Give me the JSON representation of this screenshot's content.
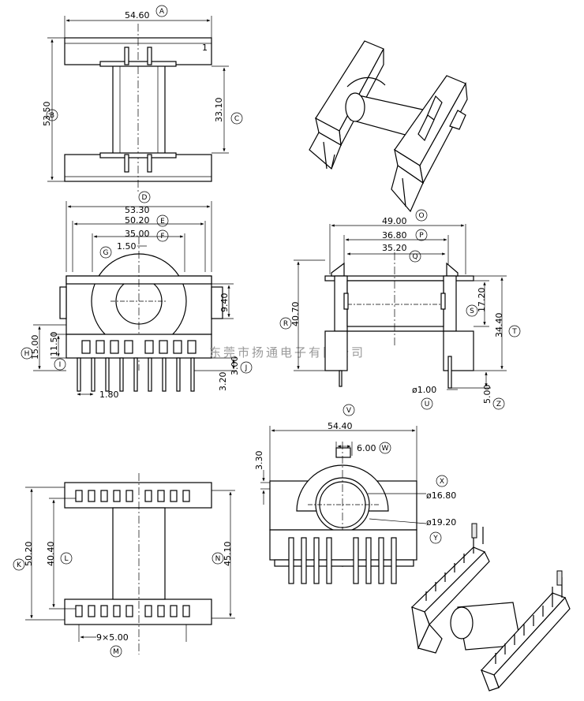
{
  "watermark": "东莞市扬通电子有限公司",
  "sheet_mark": "1",
  "top_view": {
    "width": "54.60",
    "width_tag": "A",
    "height": "53.50",
    "height_tag": "B",
    "inner": "33.10",
    "inner_tag": "C"
  },
  "front_view": {
    "d_tag": "D",
    "w1": "53.30",
    "w2": "50.20",
    "w2_tag": "E",
    "w3": "35.00",
    "w3_tag": "F",
    "r": "1.50",
    "r_tag": "G",
    "h1": "9.40",
    "h2": "11.50",
    "h2_tag": "I",
    "h3": "15.00",
    "h3_tag": "H",
    "h4": "3.00",
    "h5": "3.20",
    "h5_tag": "J",
    "pitch": "1.80"
  },
  "side_view": {
    "w1": "49.00",
    "w1_tag": "O",
    "w2": "36.80",
    "w2_tag": "P",
    "w3": "35.20",
    "w3_tag": "Q",
    "h_left": "40.70",
    "h_left_tag": "R",
    "h_mid": "17.20",
    "h_mid_tag": "S",
    "h_right": "34.40",
    "h_right_tag": "T",
    "pin_dia": "ø1.00",
    "pin_dia_tag": "U",
    "pin_len": "5.00",
    "pin_len_tag": "Z"
  },
  "bottom_view": {
    "h1": "50.20",
    "h1_tag": "K",
    "h2": "40.40",
    "h2_tag": "L",
    "h3": "45.10",
    "h3_tag": "N",
    "pitch": "9×5.00",
    "pitch_tag": "M"
  },
  "end_view": {
    "width": "54.40",
    "width_tag": "V",
    "slot": "6.00",
    "slot_tag": "W",
    "top": "3.30",
    "d1": "ø16.80",
    "d1_tag": "X",
    "d2": "ø19.20",
    "d2_tag": "Y"
  }
}
